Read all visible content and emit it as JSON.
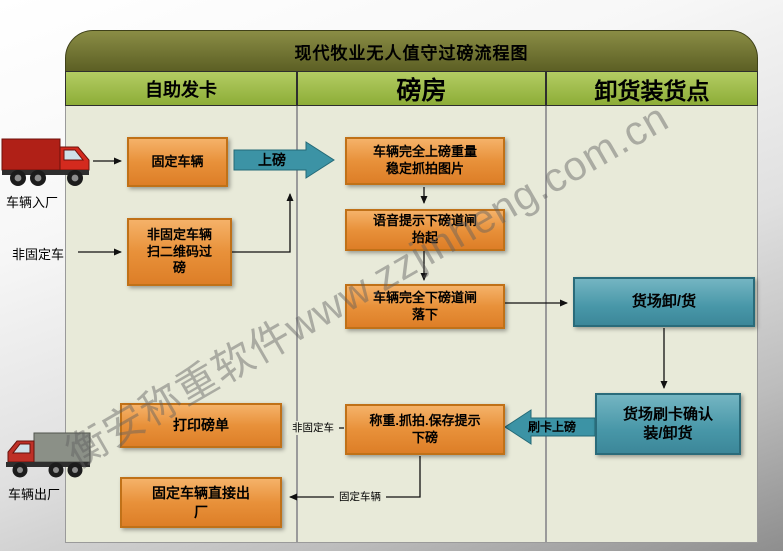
{
  "title": "现代牧业无人值守过磅流程图",
  "watermark": "衡安称重软件www.zzjinheng.com.cn",
  "columns": {
    "card": "自助发卡",
    "weighhouse": "磅房",
    "yard": "卸货装货点"
  },
  "nodes": {
    "fixed_vehicle": "固定车辆",
    "nonfixed_scan": "非固定车辆扫二维码过磅",
    "on_scale_capture": "车辆完全上磅重量稳定抓拍图片",
    "voice_prompt": "语音提示下磅道闸抬起",
    "off_scale": "车辆完全下磅道闸落下",
    "weigh_save": "称重.抓拍.保存提示下磅",
    "yard_unload": "货场卸/货",
    "yard_confirm": "货场刷卡确认装/卸货",
    "print_slip": "打印磅单",
    "fixed_exit": "固定车辆直接出厂"
  },
  "flow_labels": {
    "on_scale": "上磅",
    "card_on_scale": "刷卡上磅",
    "nonfixed_edge": "非固定车",
    "fixed_edge": "固定车辆"
  },
  "side_labels": {
    "vehicle_in": "车辆入厂",
    "nonfixed_vehicle": "非固定车",
    "vehicle_out": "车辆出厂"
  },
  "colors": {
    "accent_orange": "#e8913a",
    "accent_teal": "#3c93a5",
    "header_green": "#97b944",
    "banner_olive": "#6b6e2d"
  }
}
